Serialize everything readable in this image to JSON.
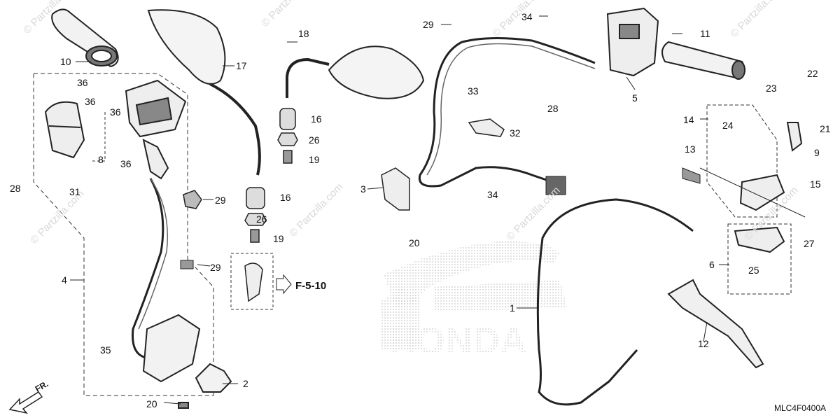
{
  "watermark": "© Partzilla.com",
  "diagram_code": "MLC4F0400A",
  "front_marker": "FR.",
  "page_reference": "F-5-10",
  "brand_background": "HONDA",
  "callouts": [
    {
      "id": "c1",
      "num": "1"
    },
    {
      "id": "c2",
      "num": "2"
    },
    {
      "id": "c3",
      "num": "3"
    },
    {
      "id": "c4",
      "num": "4"
    },
    {
      "id": "c5",
      "num": "5"
    },
    {
      "id": "c6",
      "num": "6"
    },
    {
      "id": "c8",
      "num": "8"
    },
    {
      "id": "c9",
      "num": "9"
    },
    {
      "id": "c10",
      "num": "10"
    },
    {
      "id": "c11",
      "num": "11"
    },
    {
      "id": "c12",
      "num": "12"
    },
    {
      "id": "c13",
      "num": "13"
    },
    {
      "id": "c14",
      "num": "14"
    },
    {
      "id": "c15",
      "num": "15"
    },
    {
      "id": "c16a",
      "num": "16"
    },
    {
      "id": "c16b",
      "num": "16"
    },
    {
      "id": "c17",
      "num": "17"
    },
    {
      "id": "c18",
      "num": "18"
    },
    {
      "id": "c19a",
      "num": "19"
    },
    {
      "id": "c19b",
      "num": "19"
    },
    {
      "id": "c20a",
      "num": "20"
    },
    {
      "id": "c20b",
      "num": "20"
    },
    {
      "id": "c21",
      "num": "21"
    },
    {
      "id": "c22",
      "num": "22"
    },
    {
      "id": "c23",
      "num": "23"
    },
    {
      "id": "c24",
      "num": "24"
    },
    {
      "id": "c25",
      "num": "25"
    },
    {
      "id": "c26a",
      "num": "26"
    },
    {
      "id": "c26b",
      "num": "26"
    },
    {
      "id": "c27",
      "num": "27"
    },
    {
      "id": "c28a",
      "num": "28"
    },
    {
      "id": "c28b",
      "num": "28"
    },
    {
      "id": "c29a",
      "num": "29"
    },
    {
      "id": "c29b",
      "num": "29"
    },
    {
      "id": "c29c",
      "num": "29"
    },
    {
      "id": "c31",
      "num": "31"
    },
    {
      "id": "c32",
      "num": "32"
    },
    {
      "id": "c33",
      "num": "33"
    },
    {
      "id": "c34a",
      "num": "34"
    },
    {
      "id": "c34b",
      "num": "34"
    },
    {
      "id": "c35",
      "num": "35"
    },
    {
      "id": "c36a",
      "num": "36"
    },
    {
      "id": "c36b",
      "num": "36"
    },
    {
      "id": "c36c",
      "num": "36"
    },
    {
      "id": "c36d",
      "num": "36"
    }
  ]
}
